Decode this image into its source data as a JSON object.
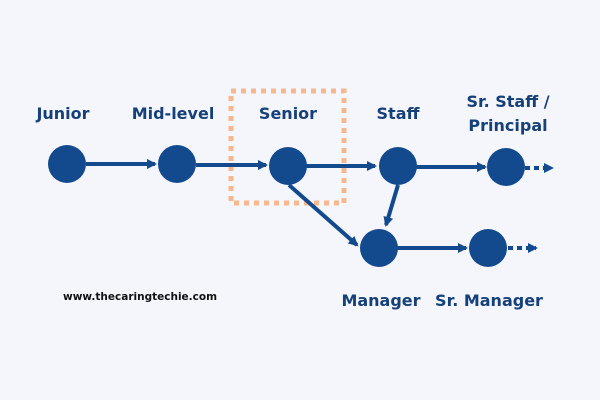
{
  "diagram": {
    "colors": {
      "background": "#f4f6fb",
      "node": "#134a8e",
      "text": "#16407a",
      "highlight_box": "#f7b88f"
    },
    "nodes": [
      {
        "id": "junior",
        "label": "Junior"
      },
      {
        "id": "mid-level",
        "label": "Mid-level"
      },
      {
        "id": "senior",
        "label": "Senior",
        "highlighted": true
      },
      {
        "id": "staff",
        "label": "Staff"
      },
      {
        "id": "sr-staff",
        "label_line1": "Sr. Staff /",
        "label_line2": "Principal"
      },
      {
        "id": "manager",
        "label": "Manager"
      },
      {
        "id": "sr-manager",
        "label": "Sr. Manager"
      }
    ],
    "edges": [
      {
        "from": "junior",
        "to": "mid-level"
      },
      {
        "from": "mid-level",
        "to": "senior"
      },
      {
        "from": "senior",
        "to": "staff"
      },
      {
        "from": "staff",
        "to": "sr-staff"
      },
      {
        "from": "senior",
        "to": "manager"
      },
      {
        "from": "staff",
        "to": "manager"
      },
      {
        "from": "manager",
        "to": "sr-manager"
      },
      {
        "from": "sr-staff",
        "to": "continues",
        "style": "dotted"
      },
      {
        "from": "sr-manager",
        "to": "continues",
        "style": "dotted"
      }
    ]
  },
  "footer": {
    "website": "www.thecaringtechie.com"
  }
}
